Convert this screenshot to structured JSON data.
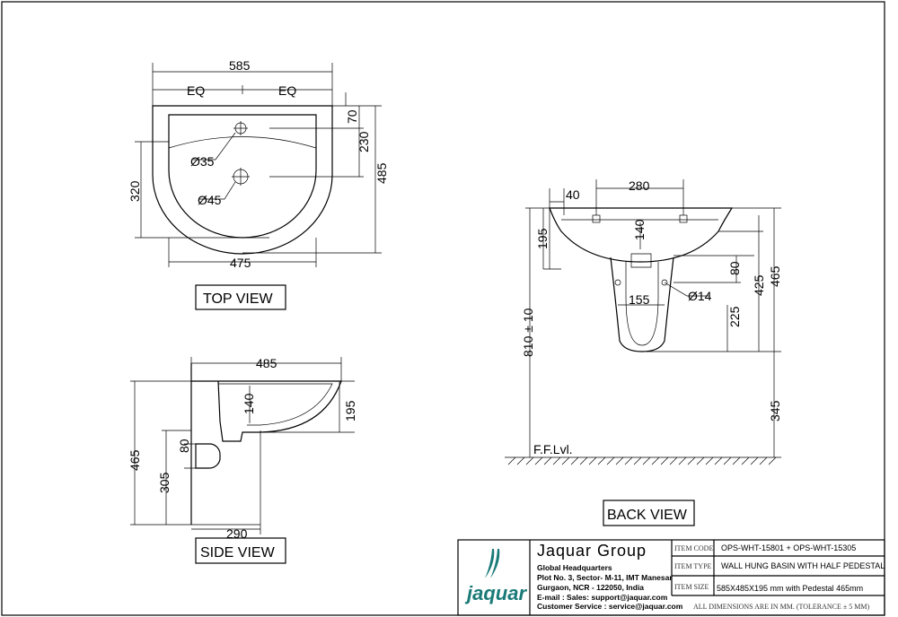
{
  "views": {
    "top": {
      "label": "TOP VIEW",
      "dims": {
        "width": "585",
        "eq_left": "EQ",
        "eq_right": "EQ",
        "d70": "70",
        "d230": "230",
        "d485": "485",
        "d320": "320",
        "d475": "475",
        "hole_small": "Ø35",
        "hole_large": "Ø45"
      }
    },
    "side": {
      "label": "SIDE VIEW",
      "dims": {
        "d485": "485",
        "d140": "140",
        "d195": "195",
        "d80": "80",
        "d465": "465",
        "d305": "305",
        "d290": "290"
      }
    },
    "back": {
      "label": "BACK VIEW",
      "dims": {
        "d40": "40",
        "d280": "280",
        "d140": "140",
        "d195": "195",
        "d80": "80",
        "d155": "155",
        "d14": "Ø14",
        "d425": "425",
        "d465": "465",
        "d225": "225",
        "d810": "810 ± 10",
        "d345": "345",
        "floor": "F.F.Lvl."
      }
    }
  },
  "title_block": {
    "logo_text": "jaquar",
    "company": "Jaquar Group",
    "hq": "Global Headquarters",
    "address1": "Plot No. 3, Sector- M-11, IMT Manesar",
    "address2": "Gurgaon, NCR - 122050, India",
    "email": "E-mail : Sales: support@jaquar.com",
    "service": "Customer Service : service@jaquar.com",
    "rows": [
      {
        "label": "ITEM CODE",
        "value": "OPS-WHT-15801 + OPS-WHT-15305"
      },
      {
        "label": "ITEM TYPE",
        "value": "WALL HUNG BASIN WITH HALF PEDESTAL"
      },
      {
        "label": "ITEM SIZE",
        "value": "585X485X195 mm with Pedestal 465mm"
      }
    ],
    "note": "ALL DIMENSIONS ARE IN MM. (TOLERANCE ± 5 MM)",
    "brand_color": "#1a7a78"
  }
}
